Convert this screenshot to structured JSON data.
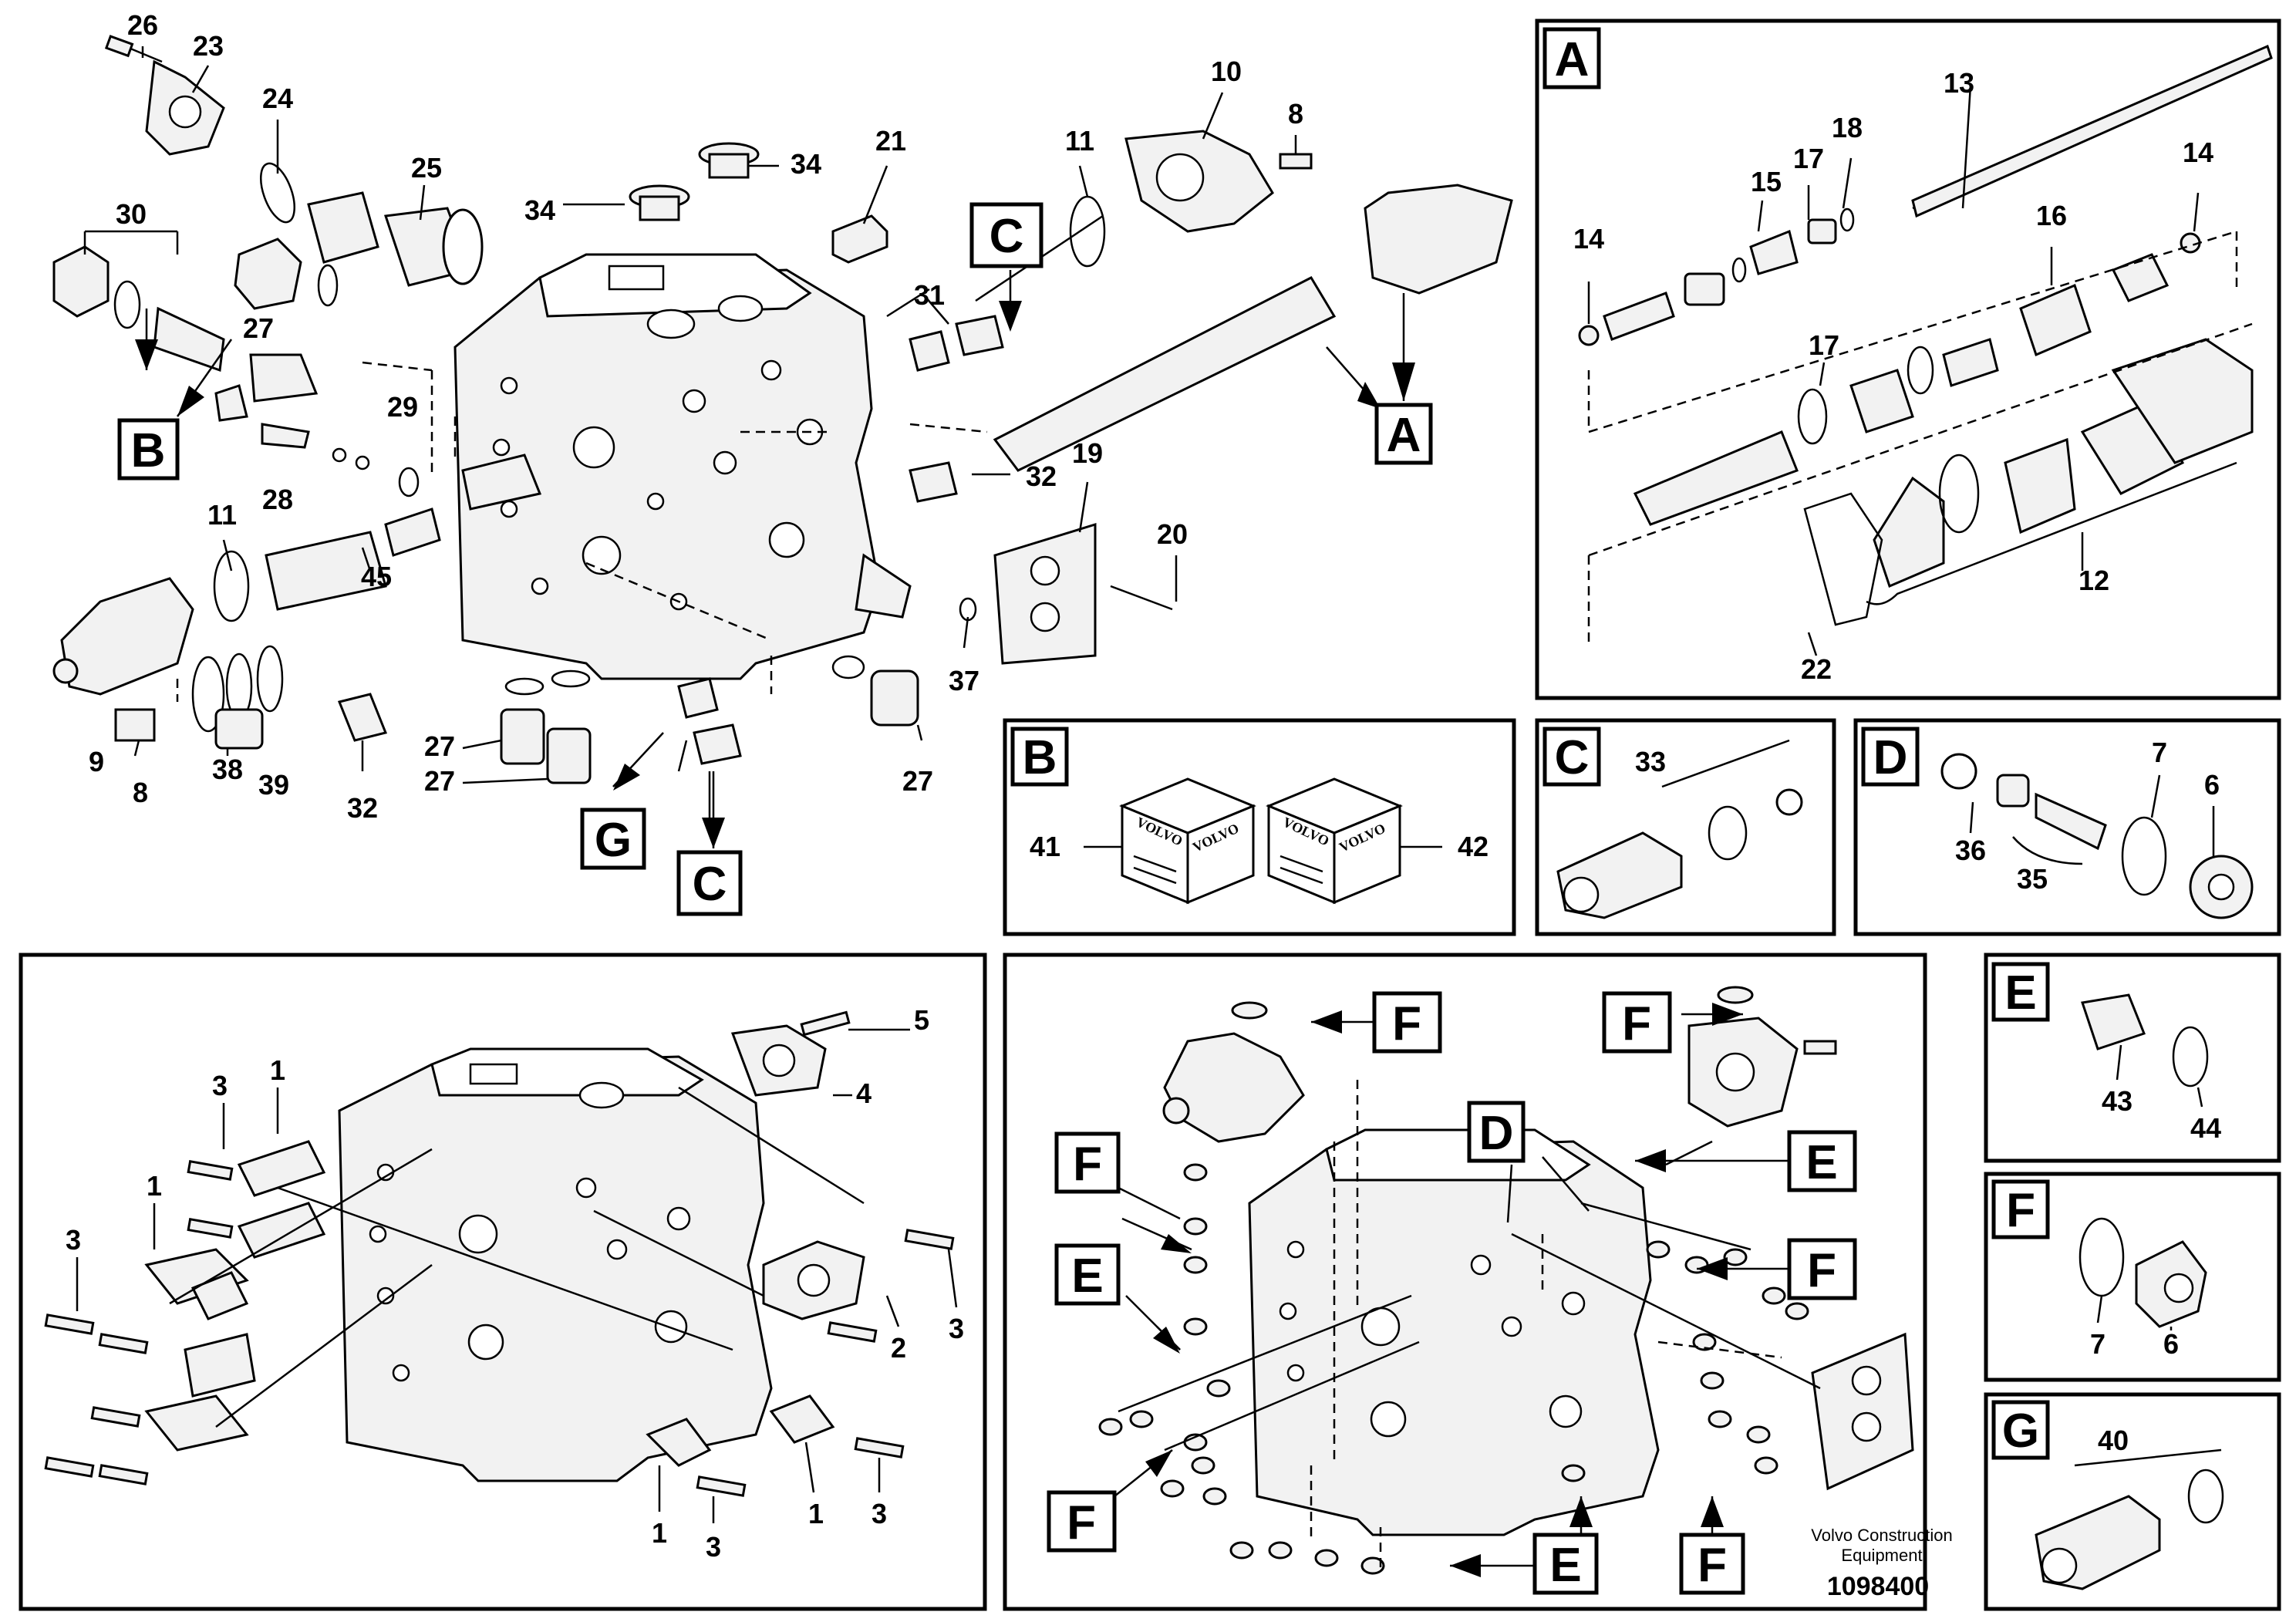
{
  "labels": {
    "n1": "1",
    "n2": "2",
    "n3": "3",
    "n4": "4",
    "n5": "5",
    "n6": "6",
    "n7": "7",
    "n8": "8",
    "n9": "9",
    "n10": "10",
    "n11": "11",
    "n12": "12",
    "n13": "13",
    "n14": "14",
    "n15": "15",
    "n16": "16",
    "n17": "17",
    "n18": "18",
    "n19": "19",
    "n20": "20",
    "n21": "21",
    "n22": "22",
    "n23": "23",
    "n24": "24",
    "n25": "25",
    "n26": "26",
    "n27": "27",
    "n28": "28",
    "n29": "29",
    "n30": "30",
    "n31": "31",
    "n32": "32",
    "n33": "33",
    "n34": "34",
    "n35": "35",
    "n36": "36",
    "n37": "37",
    "n38": "38",
    "n39": "39",
    "n40": "40",
    "n41": "41",
    "n42": "42",
    "n43": "43",
    "n44": "44",
    "n45": "45"
  },
  "letters": {
    "A": "A",
    "B": "B",
    "C": "C",
    "D": "D",
    "E": "E",
    "F": "F",
    "G": "G"
  },
  "box_branding": "VOLVO",
  "footer": {
    "company_line1": "Volvo Construction",
    "company_line2": "Equipment",
    "doc_number": "1098400"
  }
}
